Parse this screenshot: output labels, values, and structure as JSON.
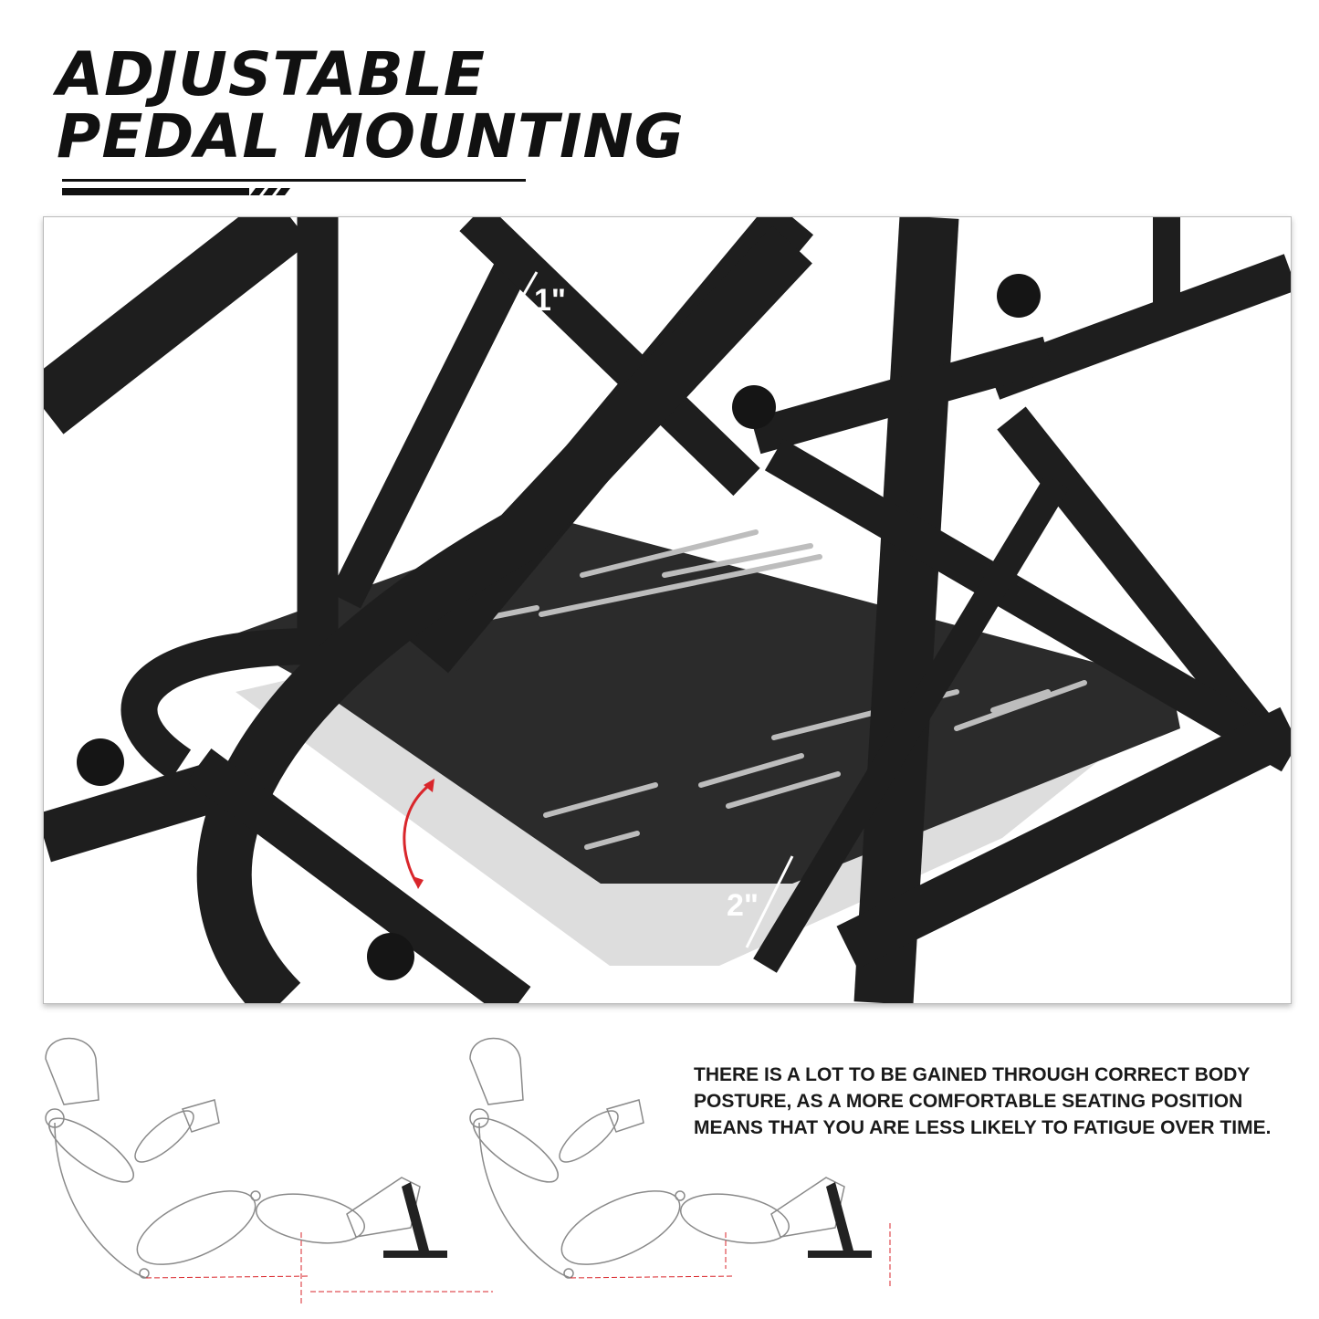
{
  "title": {
    "line1": "ADJUSTABLE",
    "line2": "PEDAL MOUNTING"
  },
  "photo": {
    "label_top": "1\"",
    "label_bottom": "2\""
  },
  "description": "THERE IS A LOT TO BE GAINED THROUGH CORRECT BODY POSTURE, AS A MORE COMFORTABLE SEATING POSITION MEANS THAT YOU ARE LESS LIKELY TO FATIGUE OVER TIME.",
  "colors": {
    "frame": "#1e1e1e",
    "accent_arrow": "#d9262b",
    "guide_lines": "#d9262b"
  }
}
